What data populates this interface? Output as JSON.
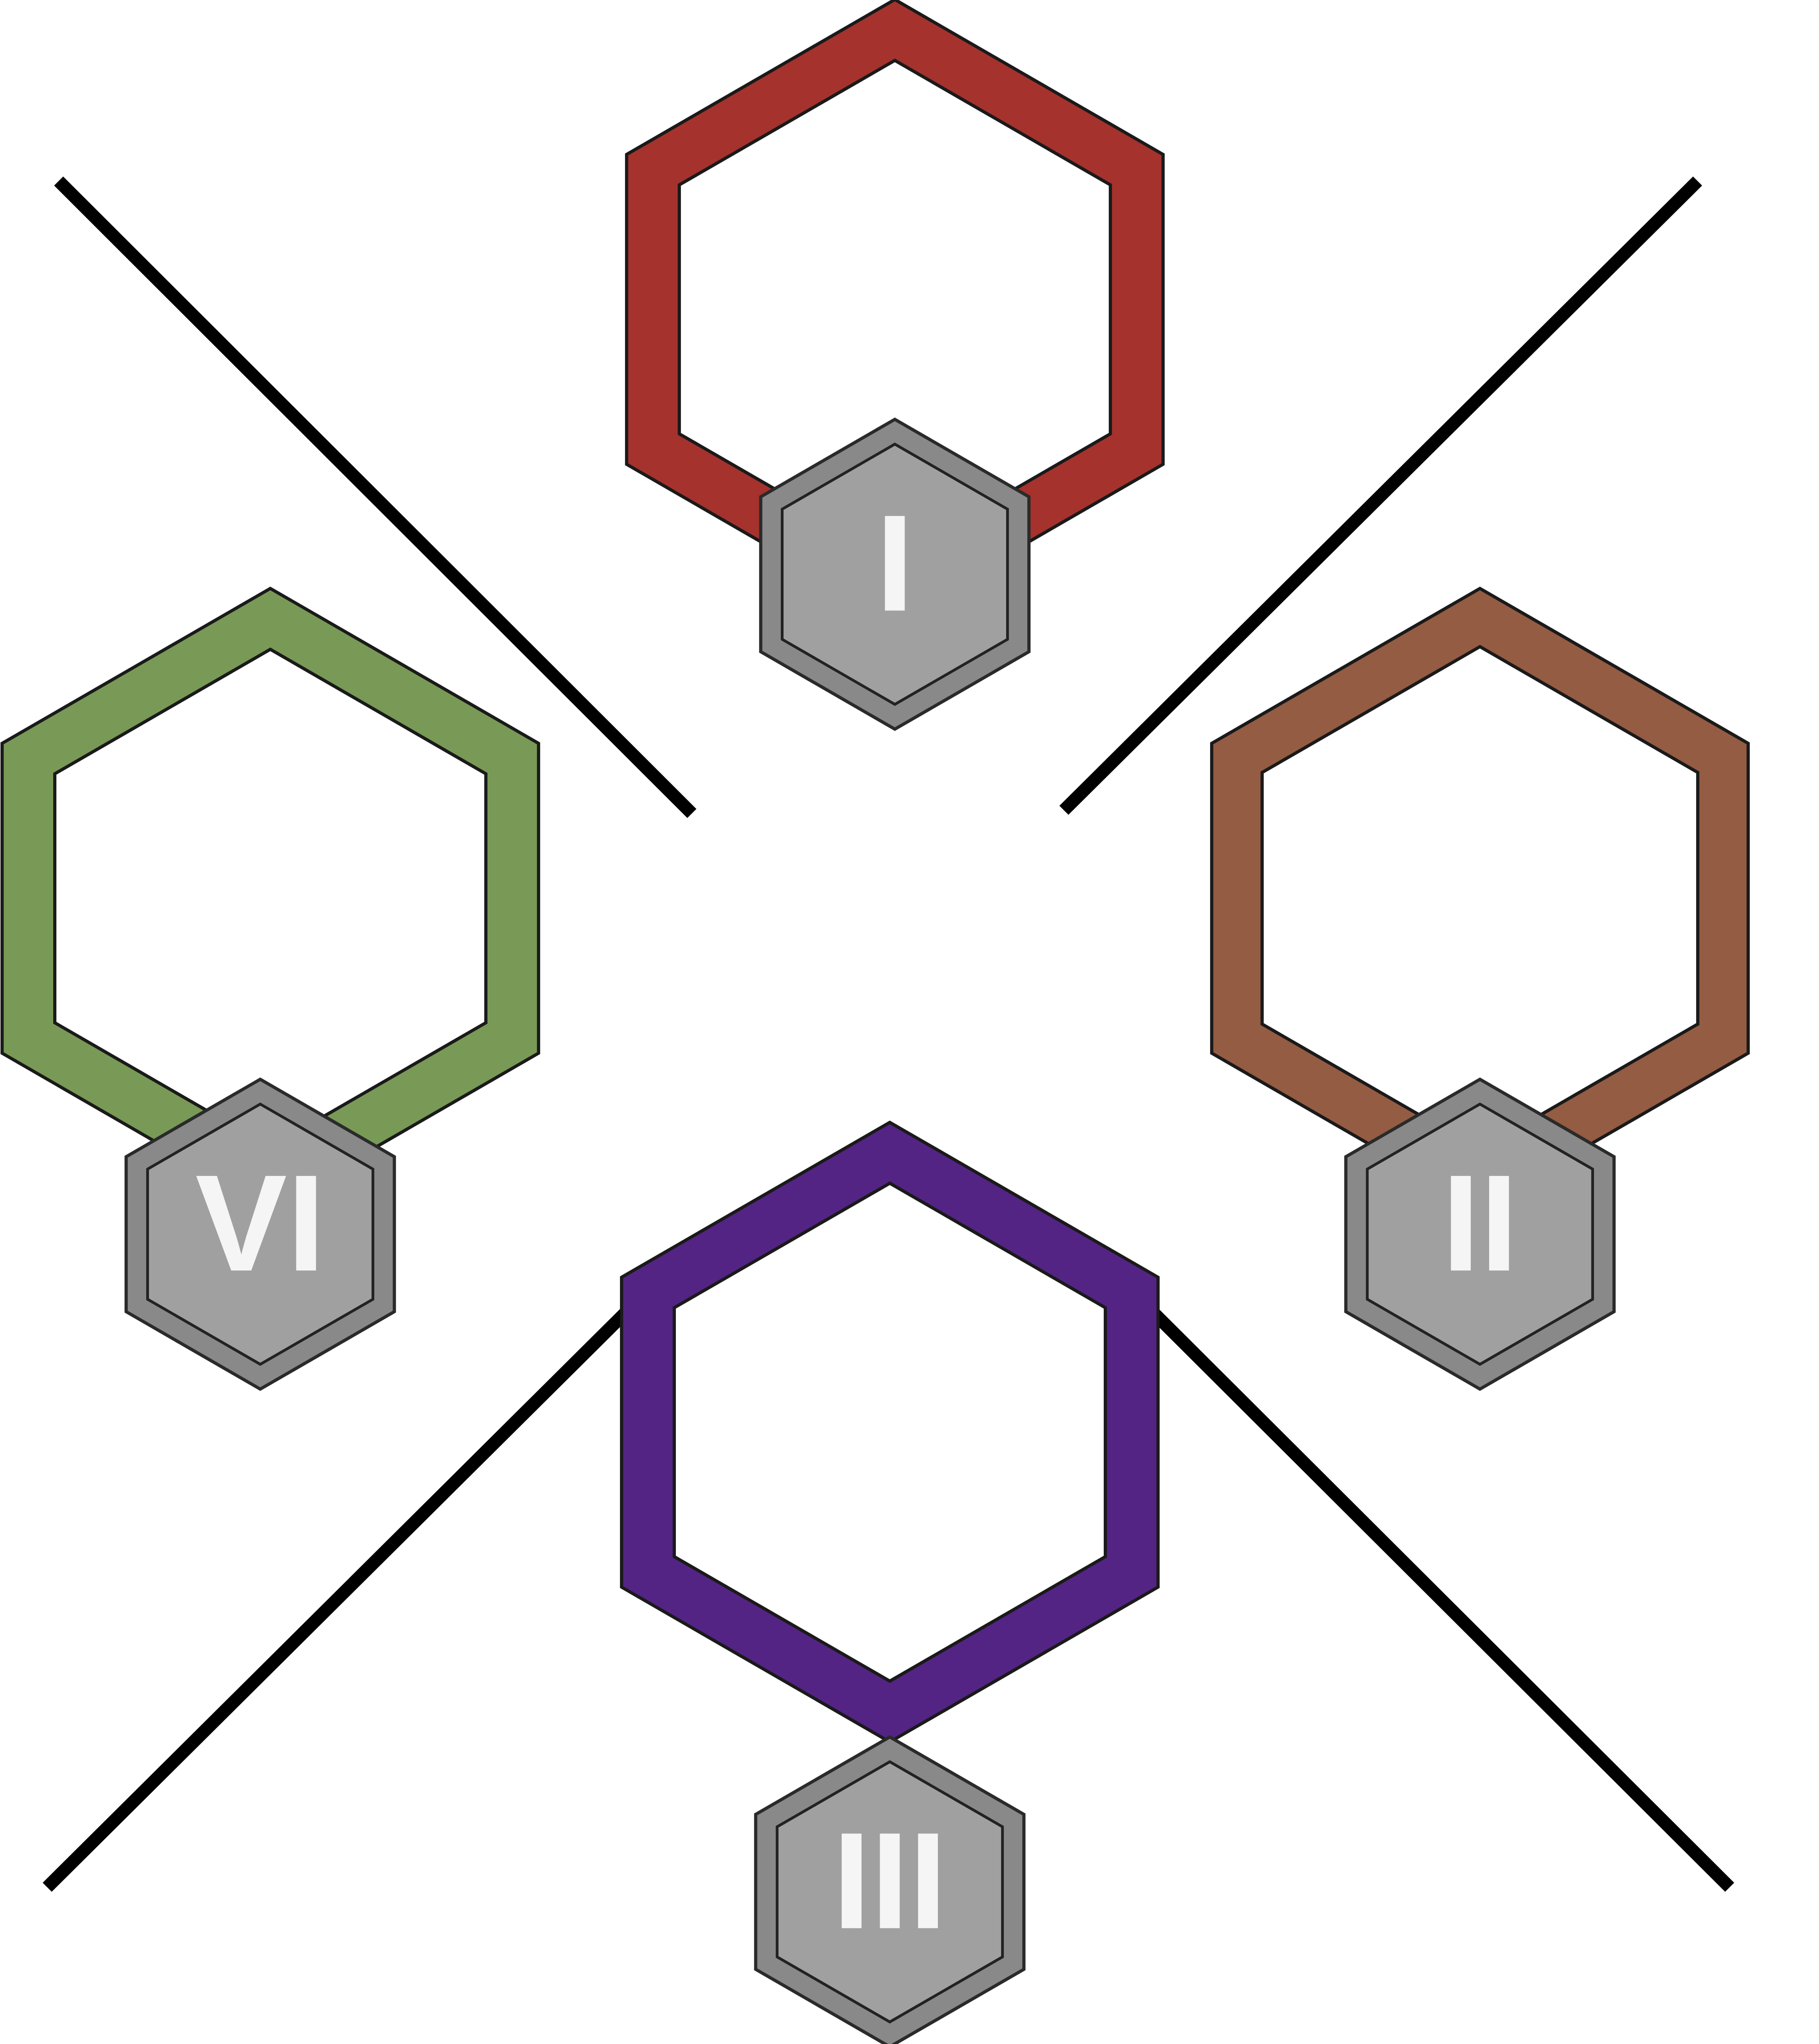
{
  "board": {
    "background": "#ffffff",
    "divider_color": "#000000",
    "badge_outer_color": "#898989",
    "badge_inner_color": "#a0a0a0",
    "numeral_color": "#f5f5f5",
    "tiles": [
      {
        "id": "tile-1",
        "numeral": "I",
        "ring_color": "#a5322d"
      },
      {
        "id": "tile-2",
        "numeral": "II",
        "ring_color": "#945c43"
      },
      {
        "id": "tile-3",
        "numeral": "III",
        "ring_color": "#542484"
      },
      {
        "id": "tile-6",
        "numeral": "VI",
        "ring_color": "#789a56"
      }
    ]
  }
}
